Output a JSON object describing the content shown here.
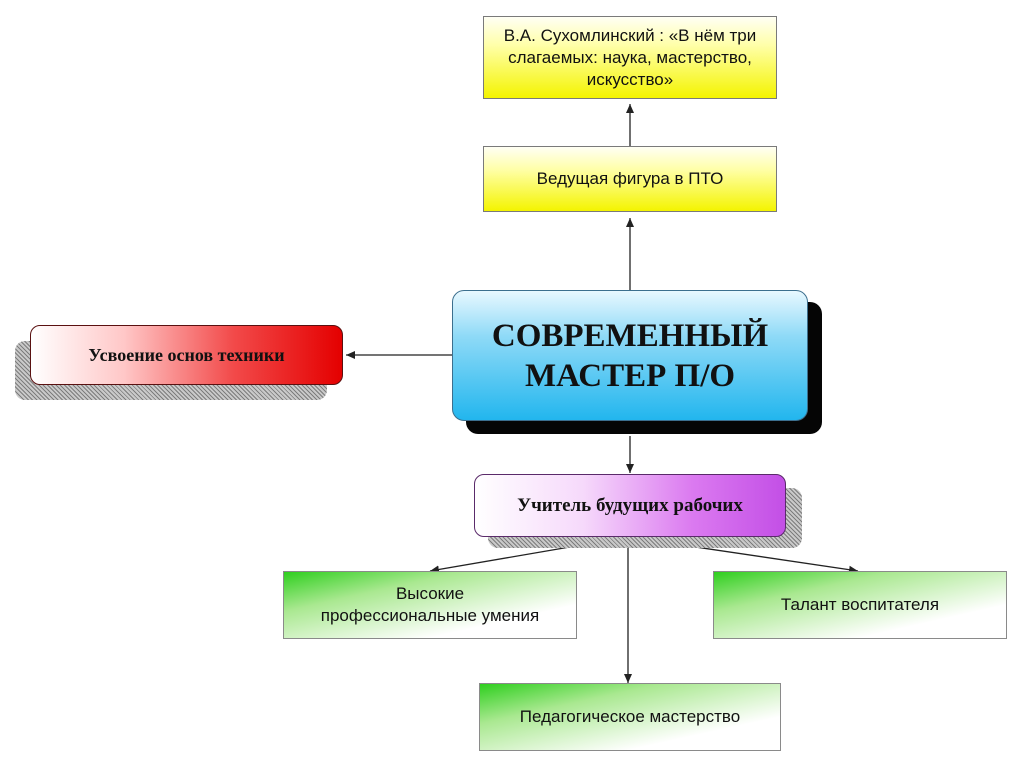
{
  "nodes": {
    "quote": "В.А. Сухомлинский : «В нём три слагаемых: наука, мастерство, искусство»",
    "leading_figure": "Ведущая фигура в ПТО",
    "center_line1": "СОВРЕМЕННЫЙ",
    "center_line2": "МАСТЕР П/О",
    "tech_basics": "Усвоение основ техники",
    "teacher": "Учитель будущих рабочих",
    "prof_skills_line1": "Высокие",
    "prof_skills_line2": "профессиональные умения",
    "educator_talent": "Талант воспитателя",
    "pedagogical_mastery": "Педагогическое мастерство"
  },
  "colors": {
    "yellow": "#f4f400",
    "green": "#2fcf1f",
    "red": "#e40000",
    "blue": "#22b6ee",
    "purple": "#c34fe6",
    "connector": "#222222"
  }
}
